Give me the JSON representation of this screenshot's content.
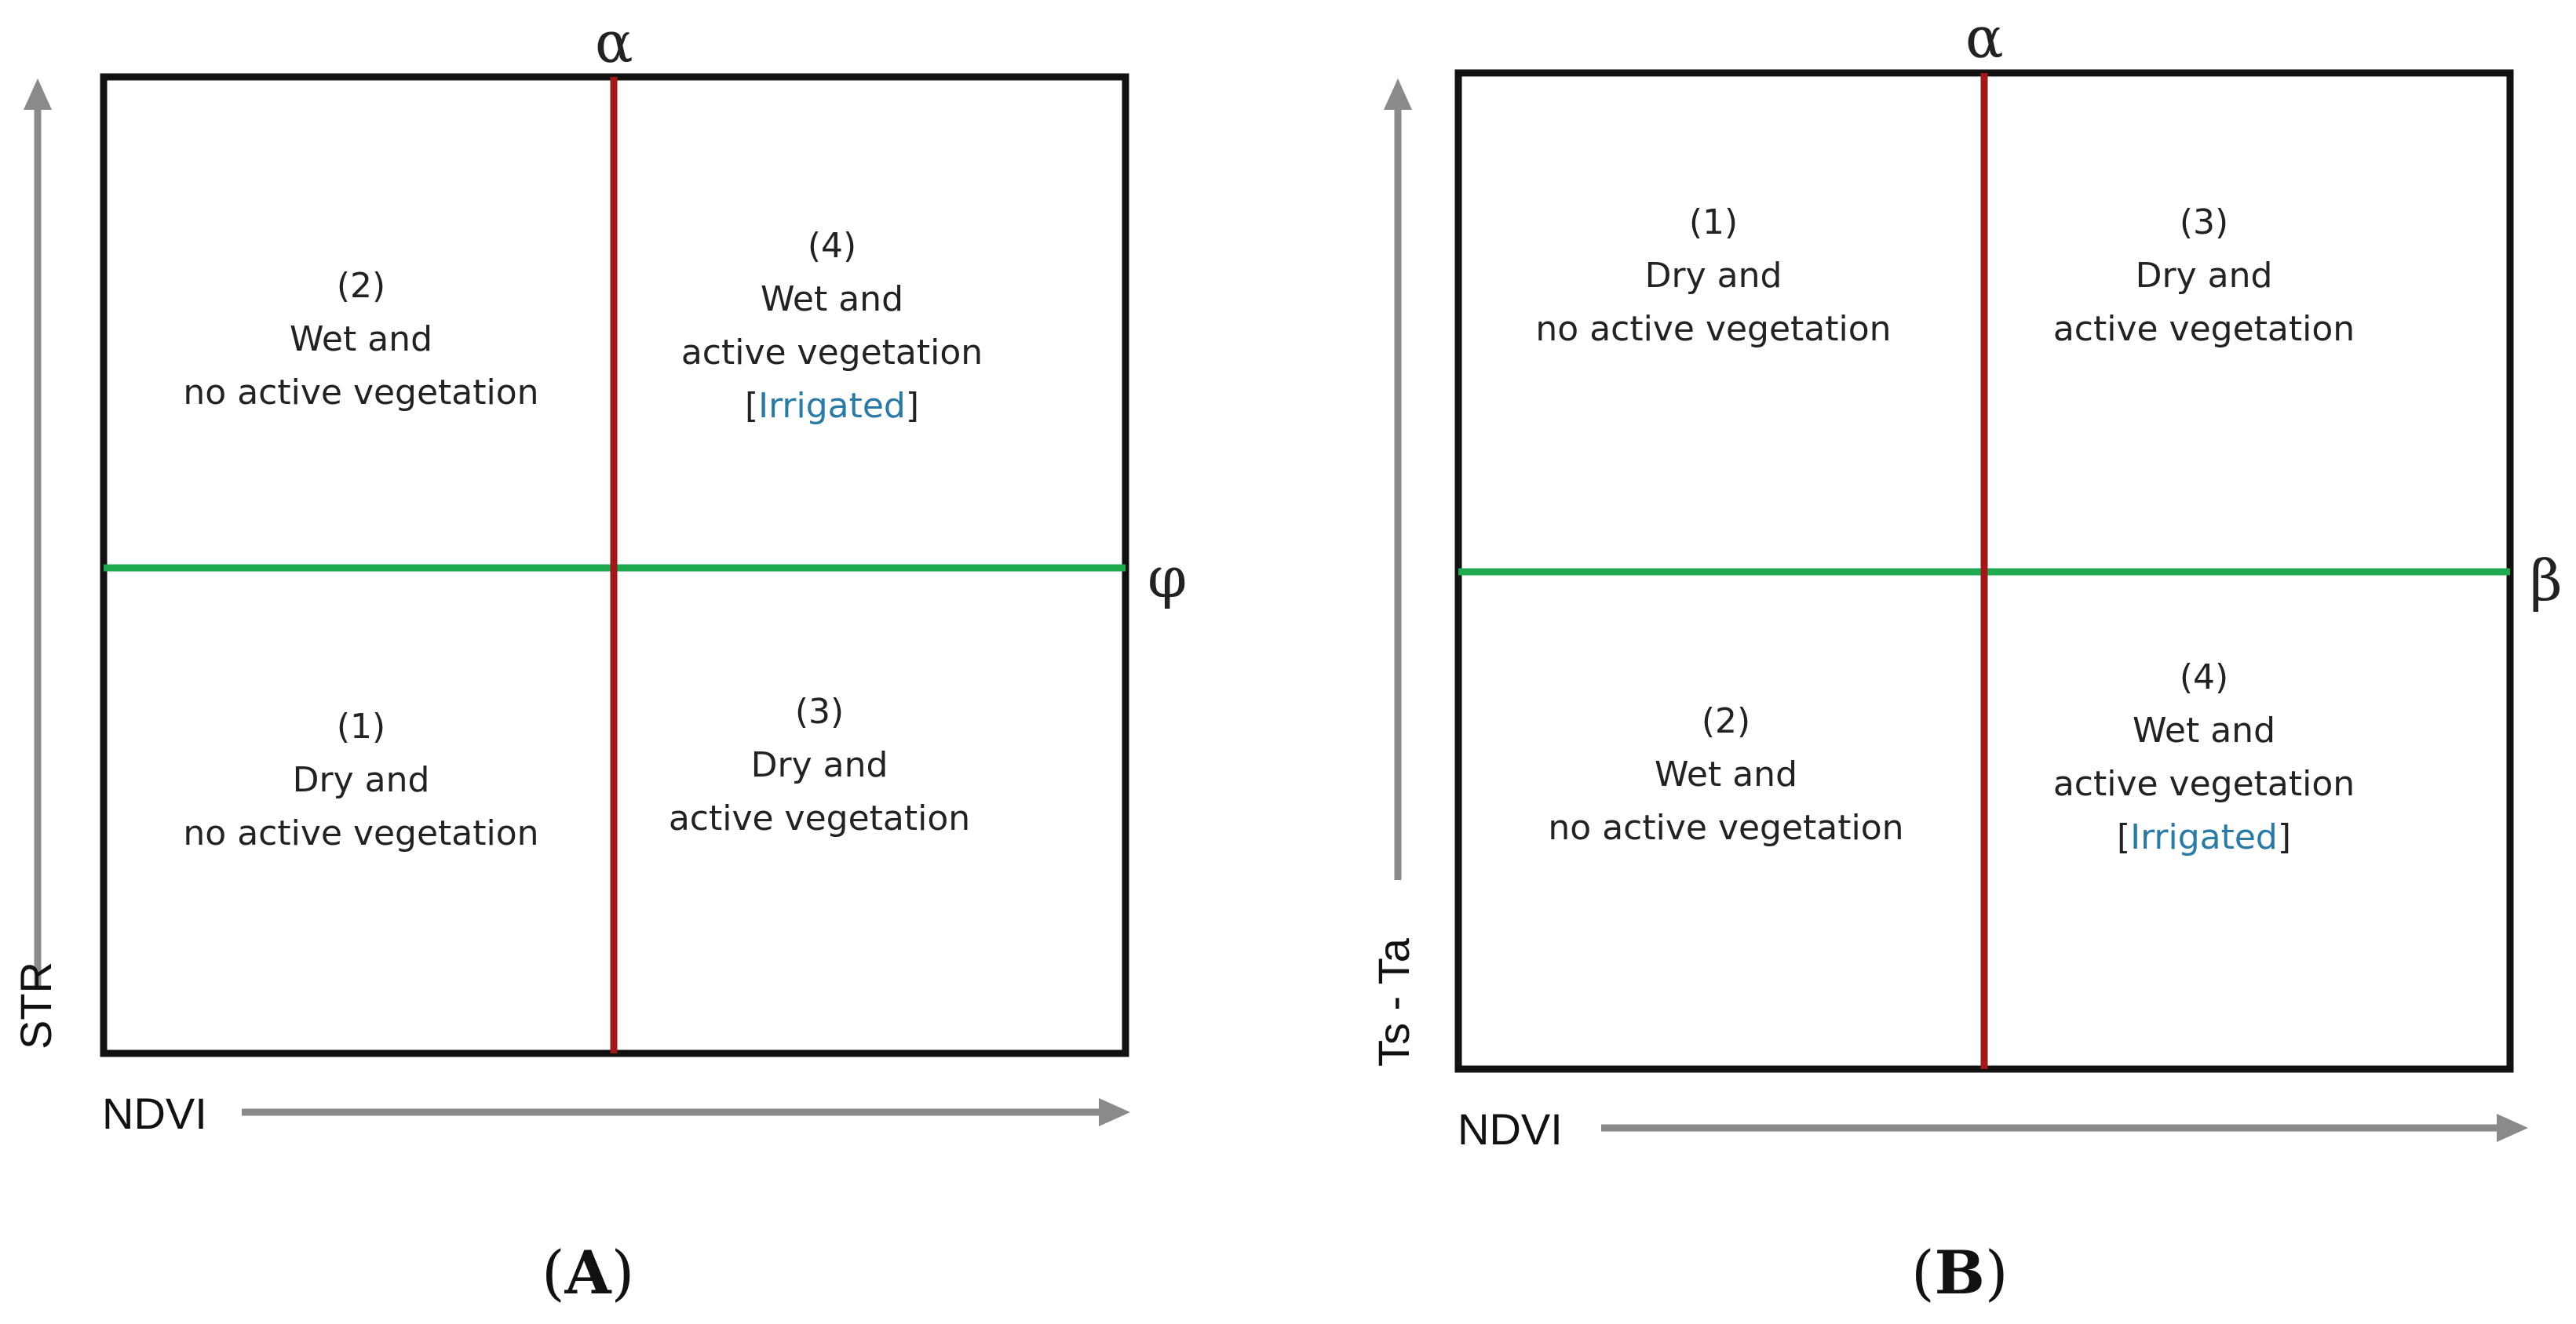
{
  "colors": {
    "frame": "#111111",
    "alpha_line": "#a01818",
    "horizontal_line": "#1faa4f",
    "axis_arrow": "#8a8a8a",
    "irrigated_text": "#2a7aa6"
  },
  "panels": [
    {
      "id": "A",
      "caption_open": "(",
      "caption_letter": "A",
      "caption_close": ")",
      "x_axis_label": "NDVI",
      "y_axis_label": "STR",
      "vertical_line_symbol": "α",
      "horizontal_line_symbol": "φ",
      "quadrants": {
        "top_left": {
          "number": "(2)",
          "line1": "Wet and",
          "line2": "no active vegetation"
        },
        "top_right": {
          "number": "(4)",
          "line1": "Wet and",
          "line2": "active vegetation",
          "bracket_open": "[",
          "irrigated": "Irrigated",
          "bracket_close": "]"
        },
        "bottom_left": {
          "number": "(1)",
          "line1": "Dry and",
          "line2": "no active vegetation"
        },
        "bottom_right": {
          "number": "(3)",
          "line1": "Dry and",
          "line2": "active vegetation"
        }
      }
    },
    {
      "id": "B",
      "caption_open": "(",
      "caption_letter": "B",
      "caption_close": ")",
      "x_axis_label": "NDVI",
      "y_axis_label": "Ts - Ta",
      "vertical_line_symbol": "α",
      "horizontal_line_symbol": "β",
      "quadrants": {
        "top_left": {
          "number": "(1)",
          "line1": "Dry and",
          "line2": "no active vegetation"
        },
        "top_right": {
          "number": "(3)",
          "line1": "Dry and",
          "line2": "active vegetation"
        },
        "bottom_left": {
          "number": "(2)",
          "line1": "Wet and",
          "line2": "no active vegetation"
        },
        "bottom_right": {
          "number": "(4)",
          "line1": "Wet and",
          "line2": "active vegetation",
          "bracket_open": "[",
          "irrigated": "Irrigated",
          "bracket_close": "]"
        }
      }
    }
  ]
}
